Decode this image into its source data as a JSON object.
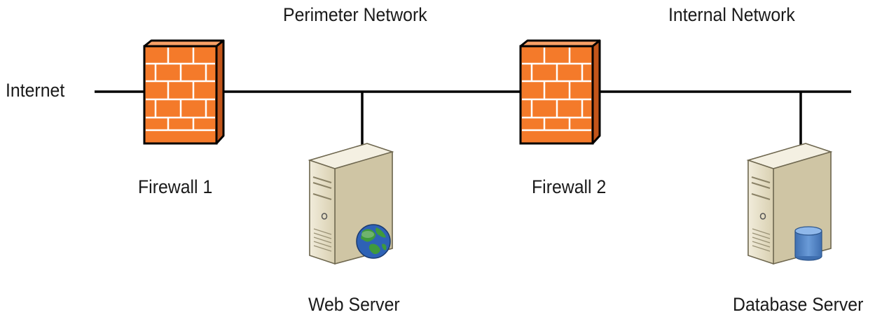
{
  "labels": {
    "internet": "Internet",
    "perimeter_network": "Perimeter Network",
    "internal_network": "Internal Network",
    "firewall_1": "Firewall 1",
    "firewall_2": "Firewall 2",
    "web_server": "Web Server",
    "database_server": "Database Server"
  },
  "colors": {
    "firewall_front": "#f47a2a",
    "firewall_side": "#c2551a",
    "firewall_top": "#f8a066",
    "server_body": "#e3dcc4",
    "server_side": "#c7bd9c",
    "globe_ocean": "#2e62b6",
    "globe_land": "#3f9a3c",
    "database": "#4f86c6",
    "line": "#000000"
  },
  "icons": [
    "firewall-icon",
    "web-server-icon",
    "globe-icon",
    "database-server-icon",
    "database-icon"
  ]
}
